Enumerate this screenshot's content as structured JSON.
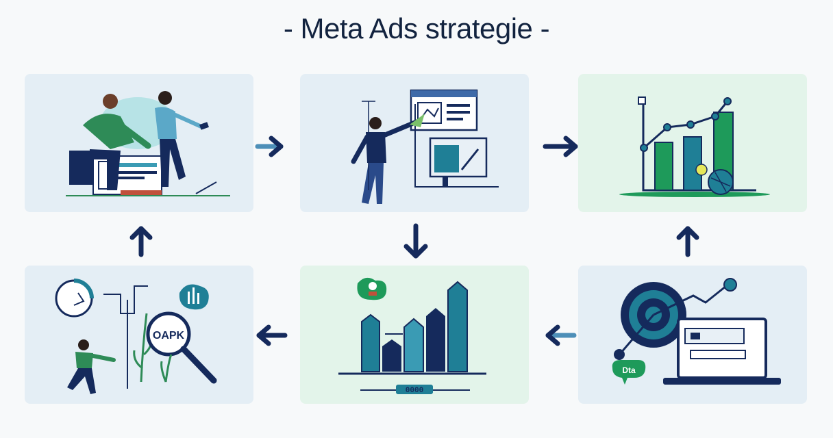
{
  "title": "- Meta Ads strategie -",
  "colors": {
    "navy": "#152a5c",
    "teal": "#1f7f96",
    "green": "#1e9a5a",
    "card_blue": "#e4eef5",
    "card_green": "#e3f4ea"
  },
  "cards": [
    {
      "id": "team",
      "icon": "team-collaboration-illustration"
    },
    {
      "id": "presentation",
      "icon": "presenter-screen-illustration"
    },
    {
      "id": "growth-chart",
      "icon": "growth-chart-illustration"
    },
    {
      "id": "research",
      "icon": "research-magnifier-illustration",
      "label_text": "OAPK"
    },
    {
      "id": "skyline-chart",
      "icon": "skyline-bar-chart-illustration",
      "label_text": "0000"
    },
    {
      "id": "targeting",
      "icon": "target-laptop-illustration",
      "label_text": "Dta"
    }
  ],
  "arrows": [
    {
      "from": "team",
      "to": "presentation",
      "direction": "right"
    },
    {
      "from": "presentation",
      "to": "growth-chart",
      "direction": "right"
    },
    {
      "from": "presentation",
      "to": "skyline-chart",
      "direction": "down"
    },
    {
      "from": "targeting",
      "to": "growth-chart",
      "direction": "up"
    },
    {
      "from": "targeting",
      "to": "skyline-chart",
      "direction": "left"
    },
    {
      "from": "skyline-chart",
      "to": "research",
      "direction": "left"
    },
    {
      "from": "research",
      "to": "team",
      "direction": "up"
    }
  ]
}
